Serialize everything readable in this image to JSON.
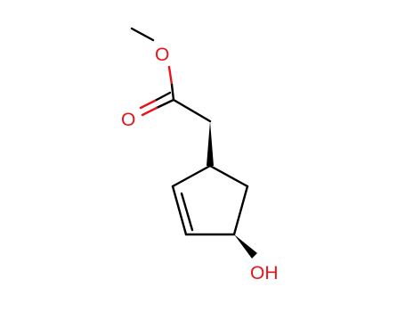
{
  "molecule": {
    "atoms": {
      "ester_carbonyl_oxygen": {
        "label": "O",
        "color": "#e8141a"
      },
      "ester_ether_oxygen": {
        "label": "O",
        "color": "#e8141a"
      },
      "hydroxyl": {
        "label": "OH",
        "color": "#e8141a"
      }
    },
    "bond_color": "#000000"
  }
}
